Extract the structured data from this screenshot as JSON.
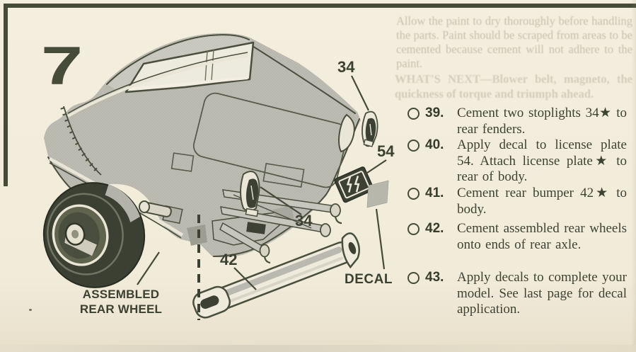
{
  "page": {
    "step_number": "7",
    "bleedthrough_top": "Allow the paint to dry thoroughly before handling the parts. Paint should be scraped from areas to be cemented because cement will not adhere to the paint.",
    "bleedthrough_mid": "WHAT'S NEXT—Blower belt, magneto, the quickness of torque and triumph ahead."
  },
  "diagram": {
    "labels": {
      "stoplight_top": "34",
      "stoplight_bottom": "34",
      "license_plate": "54",
      "bumper": "42",
      "decal": "DECAL",
      "wheel_caption_line1": "ASSEMBLED",
      "wheel_caption_line2": "REAR WHEEL"
    }
  },
  "instructions": {
    "items": [
      {
        "number": "39.",
        "text": "Cement two stoplights 34★ to rear fenders."
      },
      {
        "number": "40.",
        "text": "Apply decal to license plate 54. Attach license plate★ to rear of body."
      },
      {
        "number": "41.",
        "text": "Cement rear bumper 42★ to body."
      },
      {
        "number": "42.",
        "text": "Cement assembled rear wheels onto ends of rear axle."
      },
      {
        "number": "43.",
        "text": "Apply decals to complete your model. See last page for decal application."
      }
    ]
  },
  "colors": {
    "ink": "#474c3a",
    "paper": "#f2edde",
    "halftone_gray": "#bdbdb4",
    "dark_part": "#3b4032"
  }
}
